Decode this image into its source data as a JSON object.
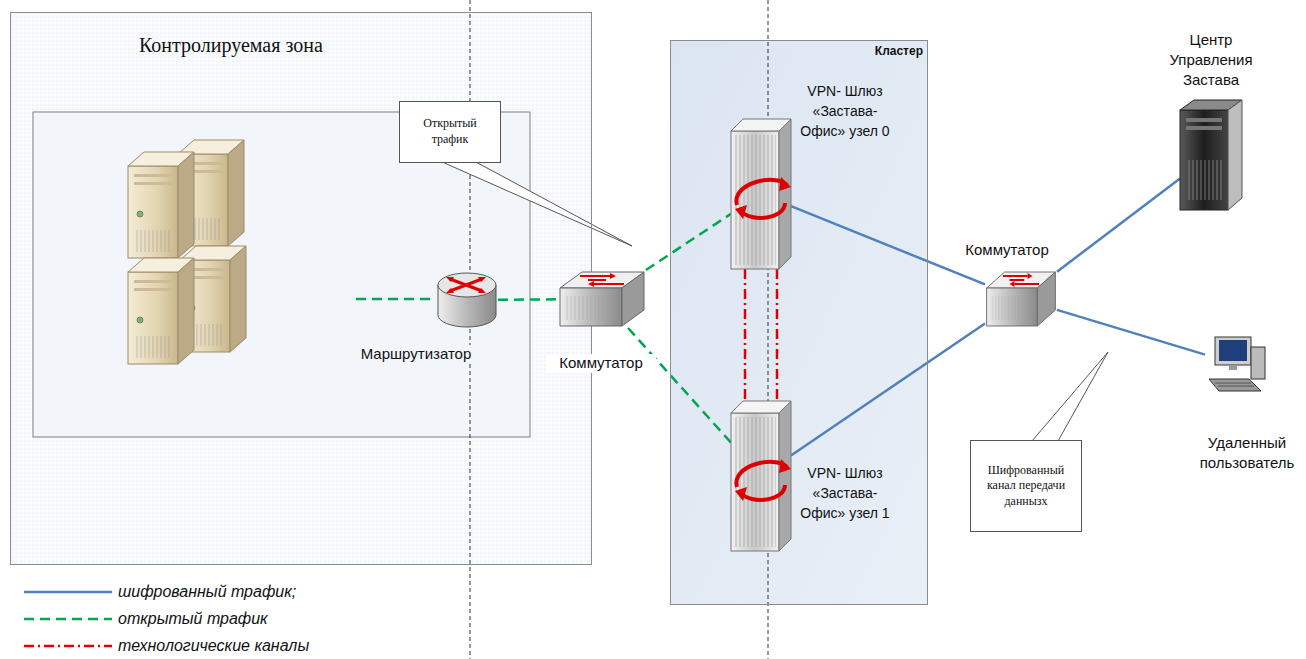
{
  "diagram": {
    "nodes": [
      {
        "text": [
          "Контролируемая зона"
        ]
      },
      {
        "text": [
          "Открытый трафик"
        ],
        "in": 0
      },
      {
        "text": [
          "Маршрутизатор"
        ],
        "in": 0
      },
      {
        "text": [
          "Коммутатор"
        ]
      },
      {
        "text": [
          "Кластер"
        ]
      },
      {
        "text": [
          "VPN- Шлюз «Застава- Офис» узел 0"
        ],
        "in": 4
      },
      {
        "text": [
          "VPN- Шлюз «Застава- Офис» узел 1"
        ],
        "in": 4
      },
      {
        "text": [
          "Коммутатор"
        ]
      },
      {
        "text": [
          "Центр Управления Застава"
        ]
      },
      {
        "text": [
          "Удаленный пользователь"
        ]
      },
      {
        "text": [
          "Шифрованный канал передачи даннызх"
        ]
      }
    ],
    "edges": [
      {
        "from": 2,
        "to": 3,
        "arrow": "none"
      },
      {
        "from": 3,
        "to": 5,
        "arrow": "none"
      },
      {
        "from": 3,
        "to": 6,
        "arrow": "none"
      },
      {
        "from": 5,
        "to": 6,
        "arrow": "none"
      },
      {
        "from": 5,
        "to": 6,
        "arrow": "none"
      },
      {
        "from": 5,
        "to": 7,
        "arrow": "none"
      },
      {
        "from": 6,
        "to": 7,
        "arrow": "none"
      },
      {
        "from": 7,
        "to": 8,
        "arrow": "none"
      },
      {
        "from": 7,
        "to": 9,
        "arrow": "none"
      }
    ],
    "legend": [
      {
        "text": "шифрованный трафик;"
      },
      {
        "text": "открытый трафик"
      },
      {
        "text": "технологические каналы"
      }
    ]
  }
}
